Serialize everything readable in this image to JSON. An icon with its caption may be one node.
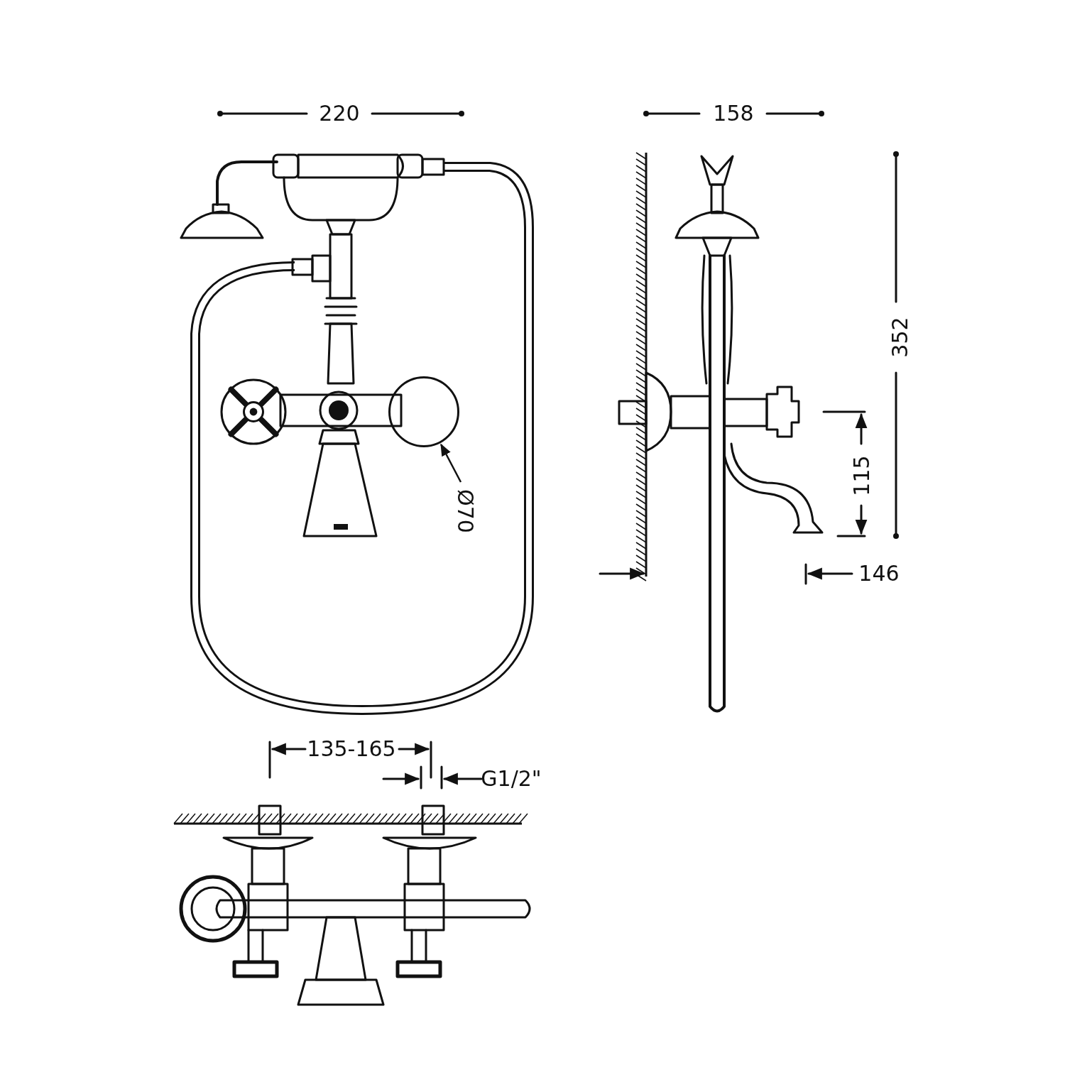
{
  "diagram": {
    "nodes": [
      {
        "text": [
          "Ø70"
        ]
      },
      {
        "text": [],
        "shape": "circle"
      }
    ],
    "edges": [
      {
        "from": 0,
        "to": 1,
        "arrow": "to"
      }
    ],
    "labels": [
      "220",
      "158",
      "352",
      "115",
      "146",
      "135-165",
      "G1/2\""
    ]
  }
}
